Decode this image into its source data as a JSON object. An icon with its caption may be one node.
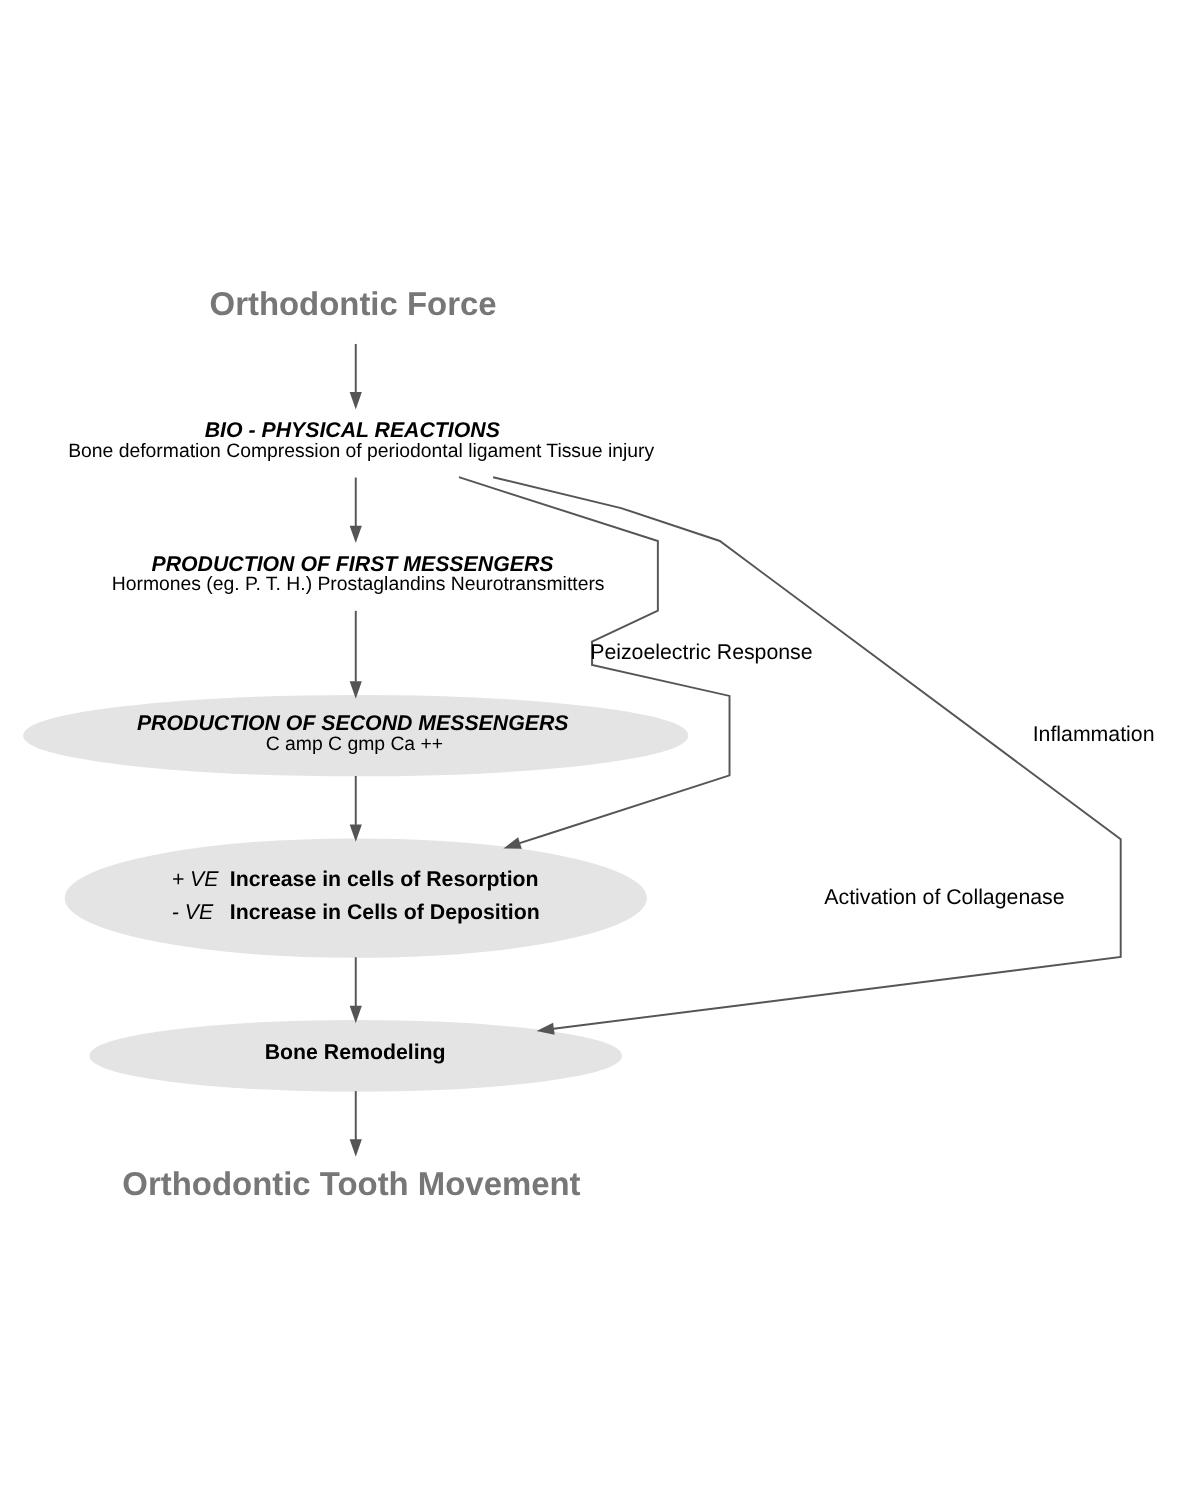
{
  "diagram": {
    "nodes": [
      {
        "text": [
          "Orthodontic Force"
        ]
      },
      {
        "text": [
          "BIO - PHYSICAL REACTIONS",
          "Bone deformation Compression of periodontal ligament Tissue injury"
        ]
      },
      {
        "text": [
          "PRODUCTION OF FIRST MESSENGERS",
          "Hormones (eg. P. T. H.) Prostaglandins Neurotransmitters"
        ]
      },
      {
        "text": [
          "PRODUCTION OF SECOND MESSENGERS",
          "C amp C gmp Ca ++"
        ]
      },
      {
        "text": [
          "+ VE",
          "Increase in cells of Resorption",
          "- VE",
          "Increase in Cells of Deposition"
        ]
      },
      {
        "text": [
          "Bone Remodeling"
        ]
      },
      {
        "text": [
          "Orthodontic Tooth Movement"
        ]
      }
    ],
    "edges": [
      {
        "from": 0,
        "to": 1,
        "arrow": "to"
      },
      {
        "from": 1,
        "to": 2,
        "arrow": "to"
      },
      {
        "from": 2,
        "to": 3,
        "arrow": "to"
      },
      {
        "from": 3,
        "to": 4,
        "arrow": "to"
      },
      {
        "from": 4,
        "to": 5,
        "arrow": "to"
      },
      {
        "from": 5,
        "to": 6,
        "arrow": "to"
      },
      {
        "from": 1,
        "to": 4,
        "arrow": "to",
        "label": "Peizoelectric Response"
      },
      {
        "from": 1,
        "to": 5,
        "arrow": "to",
        "label": "Inflammation"
      }
    ],
    "labels": [
      "Activation of Collagenase"
    ]
  }
}
